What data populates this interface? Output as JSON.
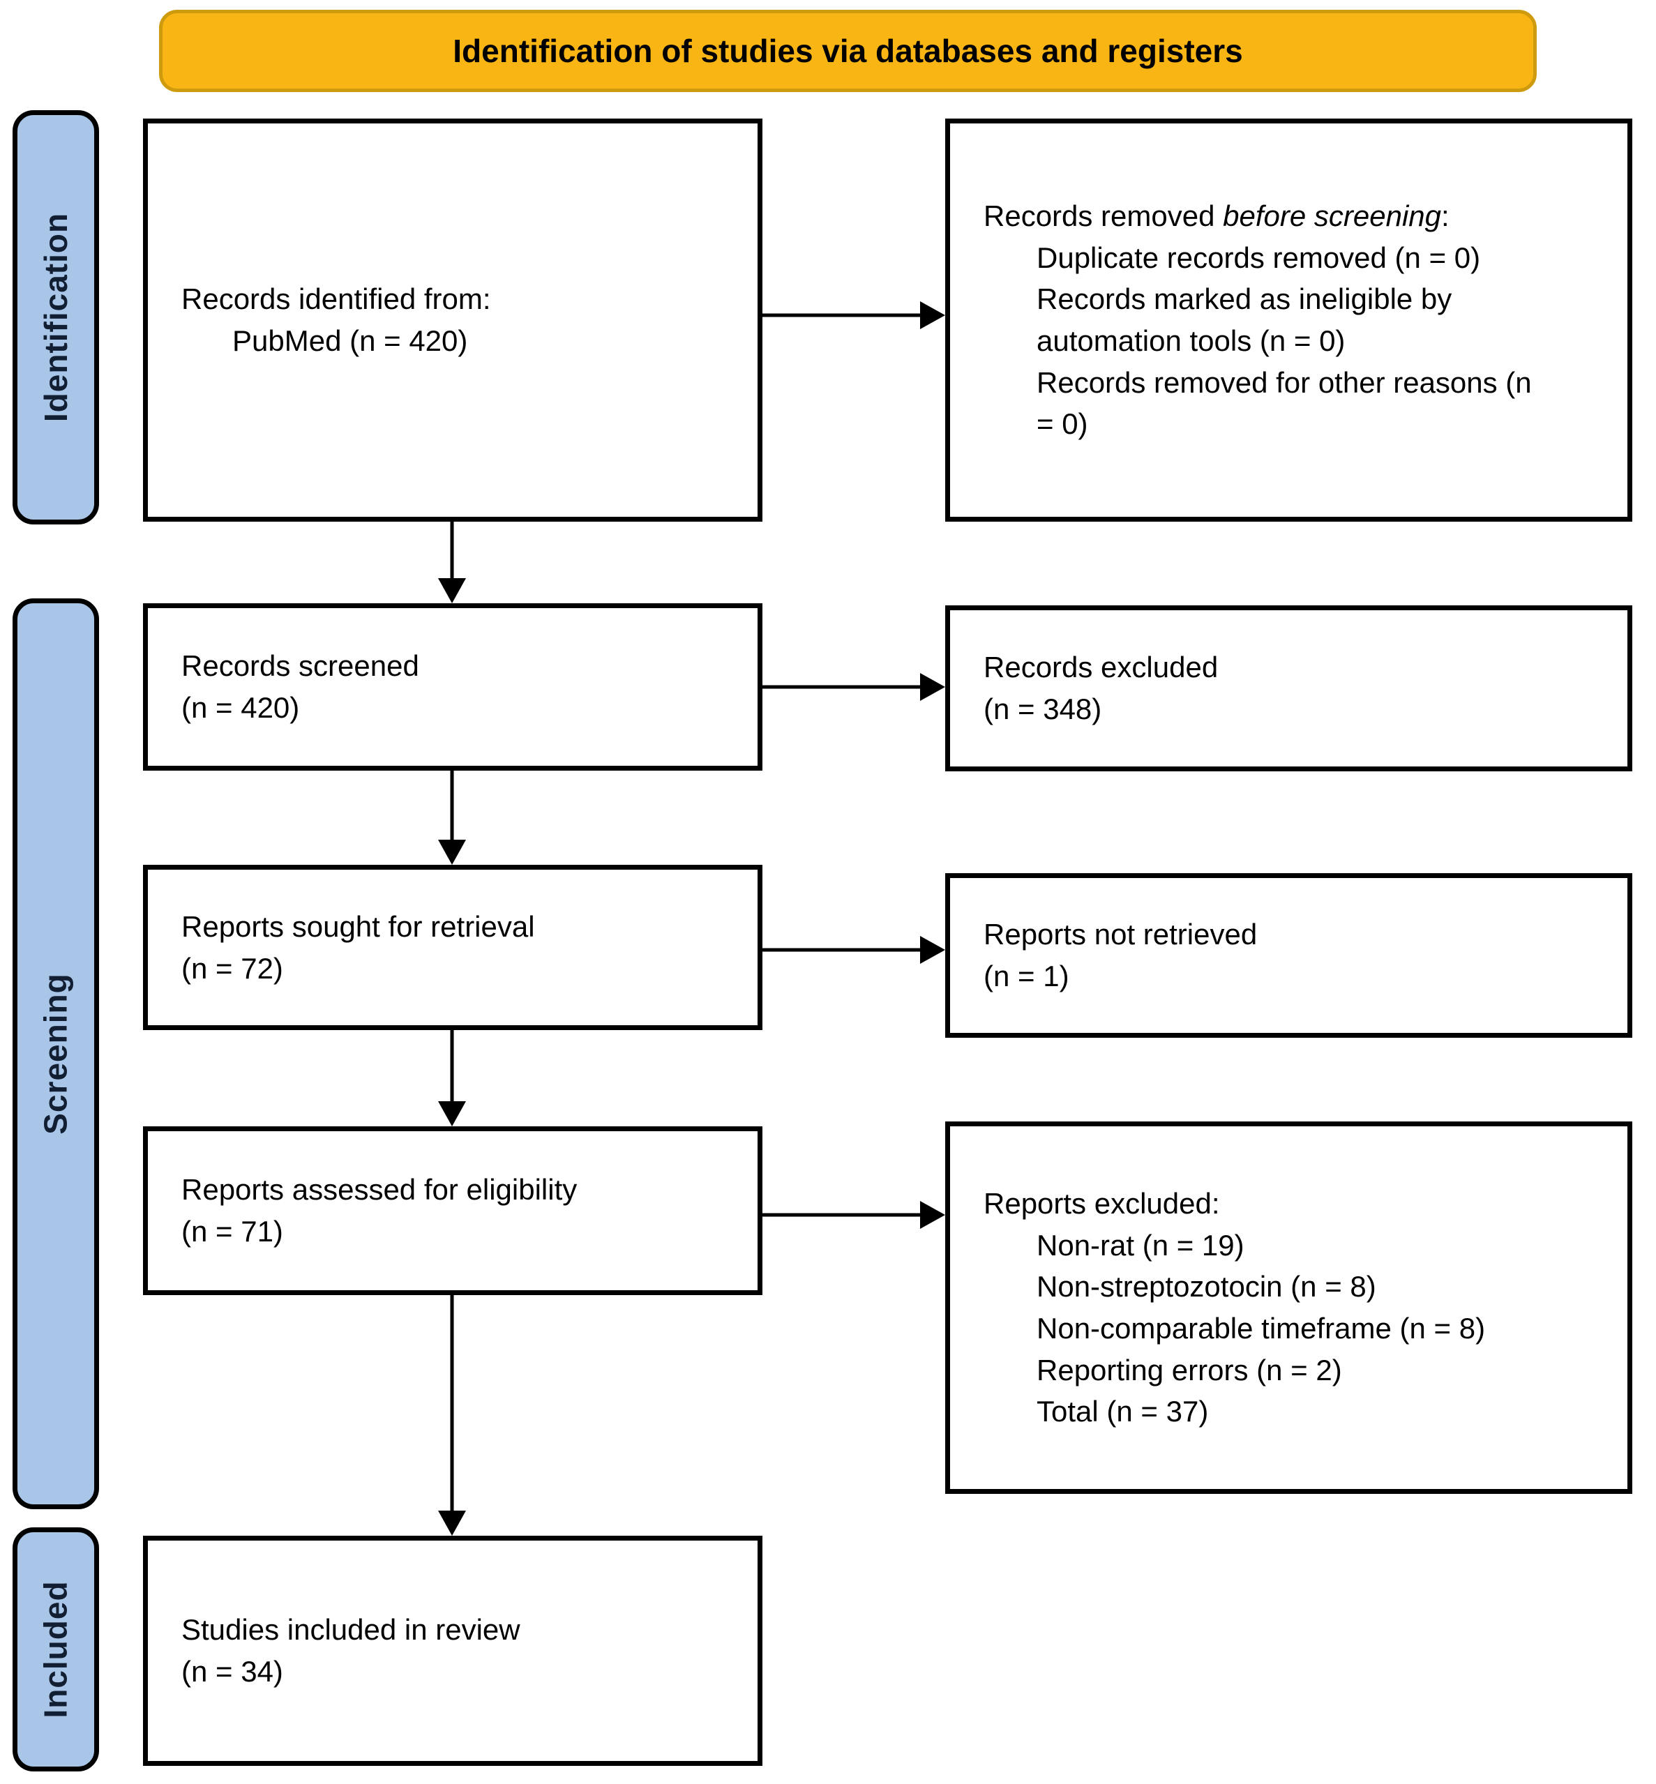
{
  "banner": {
    "title": "Identification of studies via databases and registers"
  },
  "colors": {
    "banner_fill": "#F9B513",
    "banner_border": "#CE9A0E",
    "stage_fill": "#A9C6E8",
    "stage_text": "#121F33",
    "box_border": "#000000",
    "arrow": "#000000",
    "background": "#FFFFFF"
  },
  "stages": {
    "identification": "Identification",
    "screening": "Screening",
    "included": "Included"
  },
  "boxes": {
    "records_identified": {
      "line1": "Records identified from:",
      "line2": "PubMed (n = 420)"
    },
    "records_removed": {
      "intro_prefix": "Records removed ",
      "intro_emphasis": "before screening",
      "intro_suffix": ":",
      "item1": "Duplicate records removed (n = 0)",
      "item2": "Records marked as ineligible by automation tools (n = 0)",
      "item3": "Records removed for other reasons (n = 0)"
    },
    "records_screened": {
      "line1": "Records screened",
      "line2": "(n = 420)"
    },
    "records_excluded": {
      "line1": "Records excluded",
      "line2": "(n = 348)"
    },
    "reports_sought": {
      "line1": "Reports sought for retrieval",
      "line2": "(n = 72)"
    },
    "reports_not_retrieved": {
      "line1": "Reports not retrieved",
      "line2": "(n = 1)"
    },
    "reports_assessed": {
      "line1": "Reports assessed for eligibility",
      "line2": "(n = 71)"
    },
    "reports_excluded": {
      "heading": "Reports excluded:",
      "item1": "Non-rat (n = 19)",
      "item2": "Non-streptozotocin (n = 8)",
      "item3": "Non-comparable timeframe (n = 8)",
      "item4": "Reporting errors (n = 2)",
      "item5": "Total (n = 37)"
    },
    "studies_included": {
      "line1": "Studies included in review",
      "line2": "(n = 34)"
    }
  }
}
